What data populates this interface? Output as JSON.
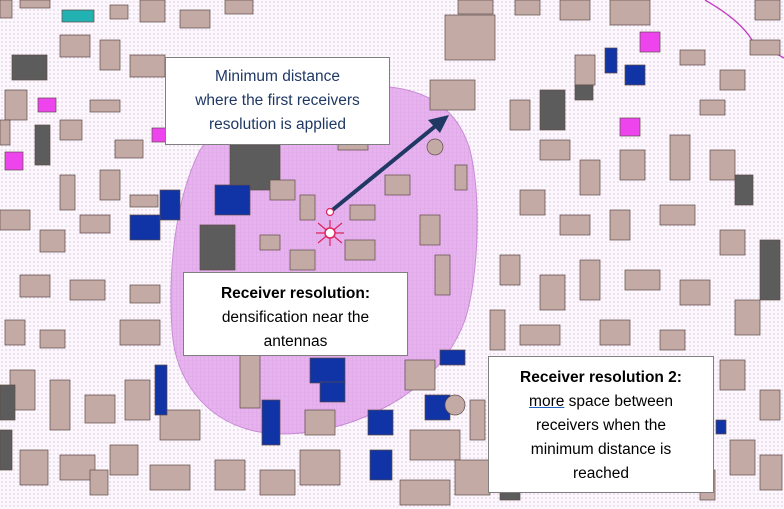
{
  "colors": {
    "building": "#c4aaa5",
    "building_stroke": "#5e4a48",
    "dark_building": "#5c5c5c",
    "blue_building": "#1034a6",
    "magenta_building": "#ee44ee",
    "teal_building": "#22b2b2",
    "coverage_fill": "#e7b3ee",
    "grid": "#c98bd6",
    "arrow": "#1f3864",
    "antenna": "#e0245e",
    "road_line": "#c040c0"
  },
  "icons": {
    "antenna": "antenna-icon",
    "arrow": "distance-arrow"
  },
  "callouts": {
    "min_distance": {
      "lines": [
        "Minimum distance",
        "where the first receivers",
        "resolution is applied"
      ]
    },
    "resolution": {
      "title": "Receiver resolution:",
      "lines": [
        "densification near the",
        "antennas"
      ]
    },
    "resolution2": {
      "title": "Receiver resolution 2:",
      "underlined": "more",
      "line1_rest": " space between",
      "lines": [
        "receivers when the",
        "minimum distance is",
        "reached"
      ]
    }
  }
}
